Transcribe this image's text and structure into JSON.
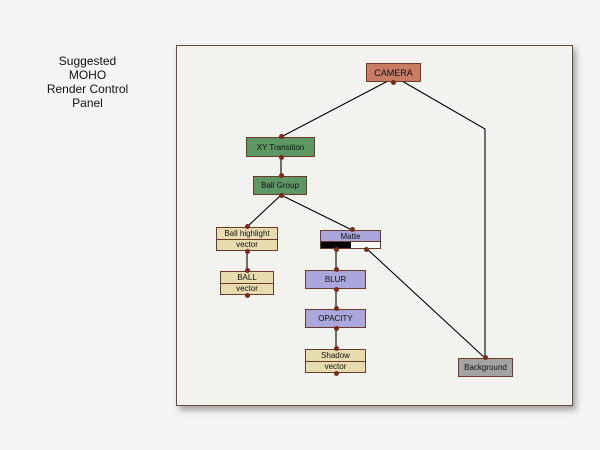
{
  "caption": {
    "lines": [
      "Suggested",
      "MOHO",
      "Render Control",
      "Panel"
    ]
  },
  "nodes": {
    "camera": {
      "label": "CAMERA",
      "color": "#c97b64"
    },
    "xy_transition": {
      "label": "XY Transition",
      "color": "#5c9764"
    },
    "ball_group": {
      "label": "Ball Group",
      "color": "#5c9764"
    },
    "ball_highlight": {
      "label": "Ball highlight",
      "sublabel": "vector",
      "color": "#e6dcae"
    },
    "matte": {
      "label": "Matte",
      "color": "#a9a7db"
    },
    "ball": {
      "label": "BALL",
      "sublabel": "vector",
      "color": "#e6dcae"
    },
    "blur": {
      "label": "BLUR",
      "color": "#a9a7db"
    },
    "opacity": {
      "label": "OPACITY",
      "color": "#a9a7db"
    },
    "shadow": {
      "label": "Shadow",
      "sublabel": "vector",
      "color": "#e6dcae"
    },
    "background": {
      "label": "Background",
      "color": "#a3a3a3"
    }
  },
  "colors": {
    "wire": "#000000",
    "connector": "#7a2a1a",
    "panel_border": "#6b4a3e"
  }
}
